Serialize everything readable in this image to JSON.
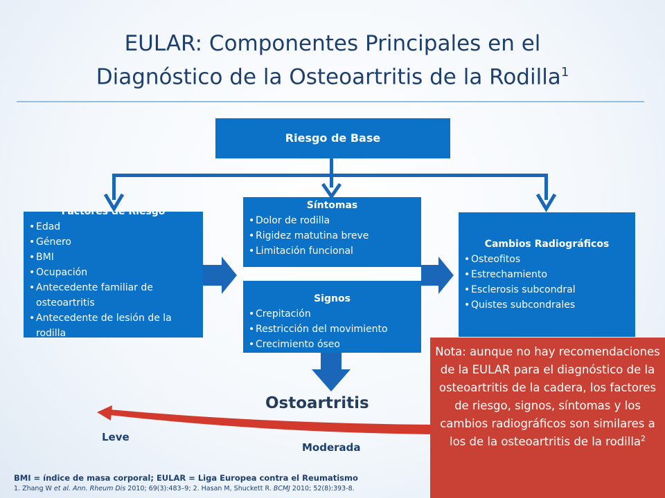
{
  "title": {
    "line1": "EULAR: Componentes Principales en el",
    "line2": "Diagnóstico de la Osteoartritis de la Rodilla",
    "superscript": "1"
  },
  "base_box": {
    "label": "Riesgo de Base"
  },
  "risk_factors": {
    "header": "Factores de Riesgo",
    "items": [
      "Edad",
      "Género",
      "BMI",
      "Ocupación",
      "Antecedente familiar de osteoartritis",
      "Antecedente de lesión de la rodilla"
    ]
  },
  "symptoms": {
    "header": "Síntomas",
    "items": [
      "Dolor de rodilla",
      "Rigidez matutina breve",
      "Limitación funcional"
    ]
  },
  "signs": {
    "header": "Signos",
    "items": [
      "Crepitación",
      "Restricción del movimiento",
      "Crecimiento óseo"
    ]
  },
  "radiographic": {
    "header": "Cambios Radiográficos",
    "items": [
      "Osteofitos",
      "Estrechamiento",
      "Esclerosis subcondral",
      "Quistes subcondrales"
    ]
  },
  "outcome": {
    "label": "Ostoartritis"
  },
  "severity": {
    "mild": "Leve",
    "moderate": "Moderada"
  },
  "note": {
    "text": "Nota: aunque no hay recomendaciones de la EULAR para el diagnóstico de la osteoartritis de la cadera, los factores de riesgo, signos, síntomas y los cambios radiográficos son similares a los de la osteoartritis de la rodilla",
    "superscript": "2"
  },
  "footnote": "BMI = índice de masa corporal; EULAR = Liga Europea contra el Reumatismo",
  "references": {
    "r1_prefix": "1. Zhang W ",
    "r1_etal": "et al.",
    "r1_journal": " Ann. Rheum Dis",
    "r1_rest": " 2010; 69(3):483–9; 2. Hasan M, Shuckett R. ",
    "r2_journal": "BCMJ",
    "r2_rest": " 2010; 52(8):393-8."
  },
  "colors": {
    "box_blue": "#0b72c8",
    "connector_blue": "#1a66b8",
    "note_red": "#c94135",
    "title_navy": "#1d3f6e"
  }
}
